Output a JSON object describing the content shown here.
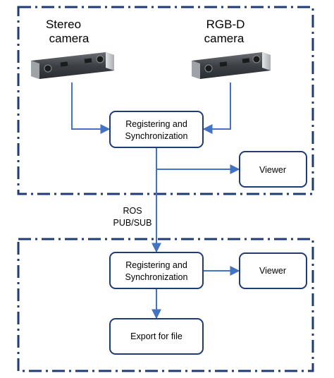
{
  "colors": {
    "frame": "#1f3b73",
    "node_border": "#1f3b73",
    "arrow": "#4472c4",
    "camera_body": "#4a4d52",
    "camera_accent": "#c6c9cc"
  },
  "cameras": {
    "stereo": {
      "label_line1": "Stereo",
      "label_line2": "camera"
    },
    "rgbd": {
      "label_line1": "RGB-D",
      "label_line2": "camera"
    }
  },
  "top_panel": {
    "sync_node": {
      "line1": "Registering and",
      "line2": "Synchronization"
    },
    "viewer_node": {
      "label": "Viewer"
    }
  },
  "link_label": {
    "line1": "ROS",
    "line2": "PUB/SUB"
  },
  "bottom_panel": {
    "sync_node": {
      "line1": "Registering and",
      "line2": "Synchronization"
    },
    "viewer_node": {
      "label": "Viewer"
    },
    "export_node": {
      "label": "Export for file"
    }
  }
}
